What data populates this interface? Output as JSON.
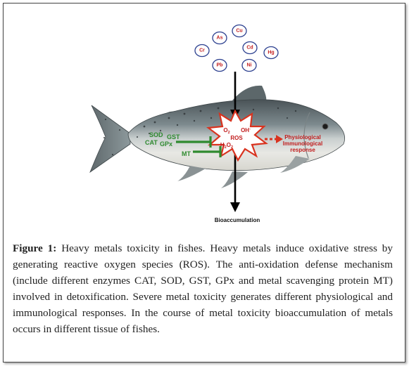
{
  "metals": [
    {
      "symbol": "Cu"
    },
    {
      "symbol": "As"
    },
    {
      "symbol": "Cd"
    },
    {
      "symbol": "Cr"
    },
    {
      "symbol": "Hg"
    },
    {
      "symbol": "Pb"
    },
    {
      "symbol": "Ni"
    }
  ],
  "enzymes": {
    "sod": "SOD",
    "gst": "GST",
    "cat": "CAT",
    "gpx": "GPx",
    "mt": "MT"
  },
  "ros": {
    "o2": "O",
    "o2_sub": "2",
    "oh": "OH",
    "oh_sup": "-",
    "ros": "ROS",
    "h2o2_a": "H",
    "h2o2_sub1": "2",
    "h2o2_b": "O",
    "h2o2_sub2": "2"
  },
  "response": {
    "line1": "Physiological",
    "line2": "Immunological",
    "line3": "response"
  },
  "bioaccumulation": "Bioaccumulation",
  "caption": {
    "figure_label": "Figure 1:",
    "text": "Heavy metals toxicity in fishes. Heavy metals induce oxidative stress by generating reactive oxygen species (ROS). The anti-oxidation defense mechanism (include different enzymes CAT, SOD, GST, GPx and metal scavenging protein MT) involved in detoxification. Severe metal toxicity generates different physiological and immunological responses. In the course of metal toxicity bioaccumulation of metals occurs in different tissue of fishes."
  },
  "colors": {
    "metal": "#c21d1d",
    "enzyme": "#2f8a2f",
    "arrow": "#000000",
    "fish_back": "#4f5a5e",
    "fish_belly": "#e9e9e6"
  }
}
